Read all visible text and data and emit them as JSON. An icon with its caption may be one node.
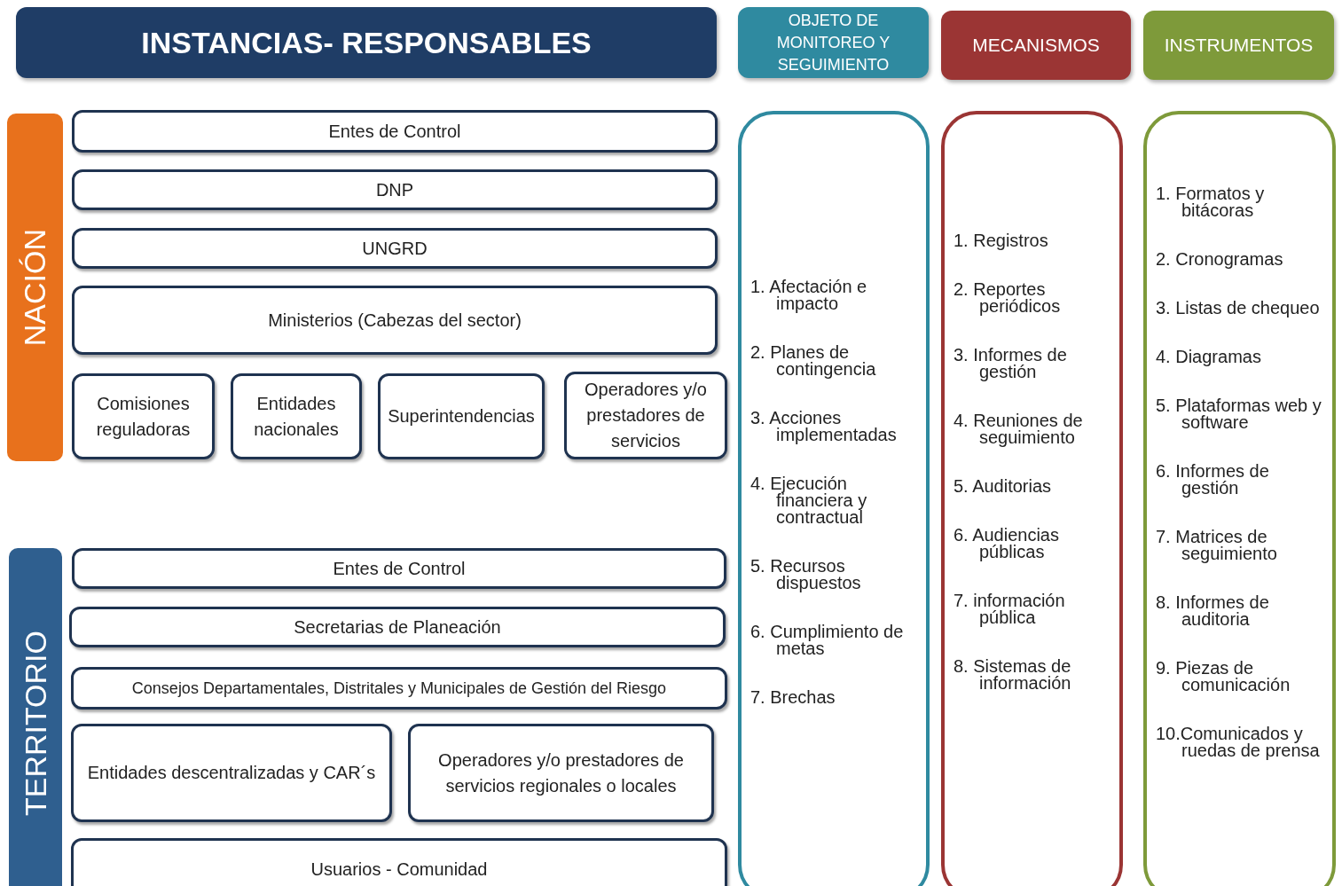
{
  "diagram": {
    "nodes": [
      {
        "text": [
          "INSTANCIAS- RESPONSABLES"
        ]
      },
      {
        "text": [
          "OBJETO DE MONITOREO Y SEGUIMIENTO"
        ]
      },
      {
        "text": [
          "MECANISMOS"
        ]
      },
      {
        "text": [
          "INSTRUMENTOS"
        ]
      },
      {
        "text": [
          "NACIÓN"
        ]
      },
      {
        "text": [
          "Entes de Control"
        ]
      },
      {
        "text": [
          "DNP"
        ]
      },
      {
        "text": [
          "UNGRD"
        ]
      },
      {
        "text": [
          "Ministerios (Cabezas del sector)"
        ]
      },
      {
        "text": [
          "Comisiones reguladoras"
        ]
      },
      {
        "text": [
          "Entidades nacionales"
        ]
      },
      {
        "text": [
          "Superintendencias"
        ]
      },
      {
        "text": [
          "Operadores y/o prestadores de servicios"
        ]
      },
      {
        "text": [
          "TERRITORIO"
        ]
      },
      {
        "text": [
          "Entes de Control"
        ]
      },
      {
        "text": [
          "Secretarias de Planeación"
        ]
      },
      {
        "text": [
          "Consejos Departamentales, Distritales y Municipales de Gestión del Riesgo"
        ]
      },
      {
        "text": [
          "Entidades descentralizadas y CAR´s"
        ]
      },
      {
        "text": [
          "Operadores y/o prestadores de servicios regionales o locales"
        ]
      },
      {
        "text": [
          "Usuarios - Comunidad"
        ]
      },
      {
        "text": [
          "1. Afectación e impacto",
          "2. Planes de contingencia",
          "3. Acciones implementadas",
          "4. Ejecución financiera y contractual",
          "5. Recursos dispuestos",
          "6. Cumplimiento de metas",
          "7. Brechas"
        ]
      },
      {
        "text": [
          "1. Registros",
          "2. Reportes periódicos",
          "3. Informes de gestión",
          "4. Reuniones de seguimiento",
          "5. Auditorias",
          "6. Audiencias públicas",
          "7. información pública",
          "8. Sistemas de información"
        ]
      },
      {
        "text": [
          "1. Formatos y bitácoras",
          "2. Cronogramas",
          "3. Listas de chequeo",
          "4. Diagramas",
          "5. Plataformas web y software",
          "6. Informes de gestión",
          "7. Matrices de seguimiento",
          "8. Informes de auditoria",
          "9. Piezas de comunicación",
          "10.Comunicados y ruedas de prensa"
        ]
      }
    ],
    "edges": []
  }
}
